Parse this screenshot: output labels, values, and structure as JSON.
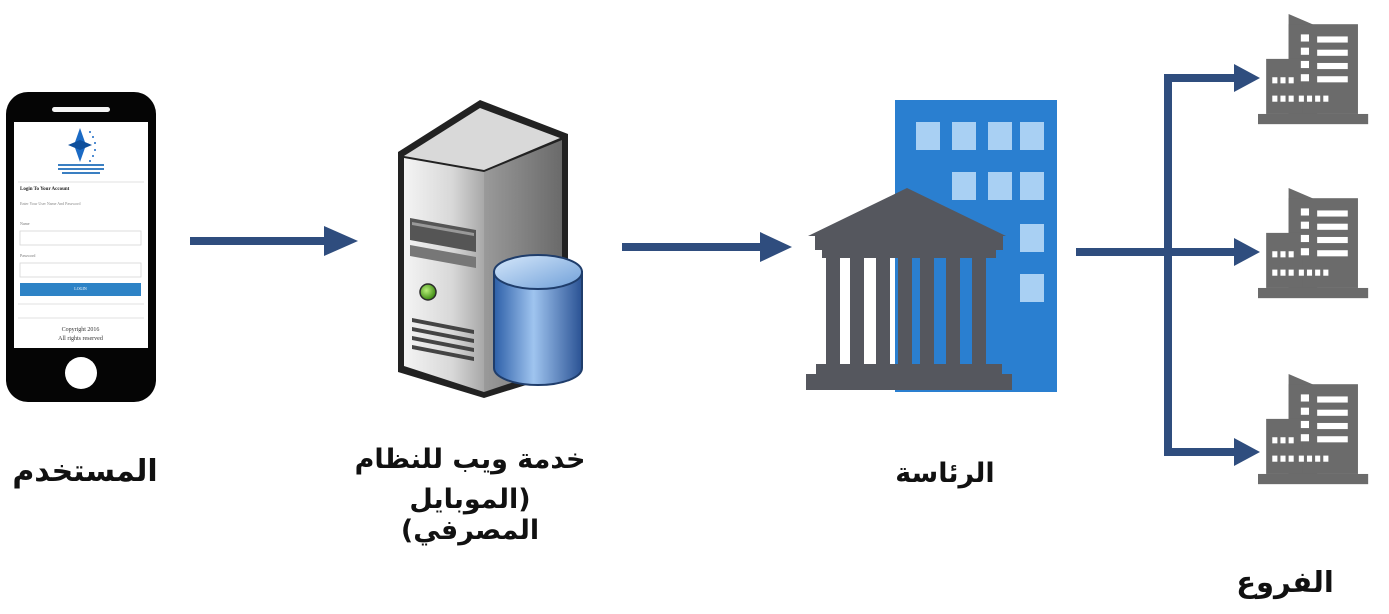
{
  "labels": {
    "user": "المستخدم",
    "web_service_line1": "خدمة ويب للنظام",
    "web_service_line2": "(الموبايل المصرفي)",
    "headquarters": "الرئاسة",
    "branches": "الفروع"
  },
  "phone_screen": {
    "login_title": "Login To Your Account",
    "login_subtitle": "Enter Your User Name And Password",
    "name_label": "Name",
    "password_label": "Password",
    "login_button": "LOGIN",
    "copyright_line1": "Copyright 2016",
    "copyright_line2": "All rights reserved"
  },
  "colors": {
    "arrow": "#2f4d7e",
    "building_gray": "#6b6b6b",
    "bank_gray": "#55575e",
    "tower_blue": "#2a7fd0"
  }
}
